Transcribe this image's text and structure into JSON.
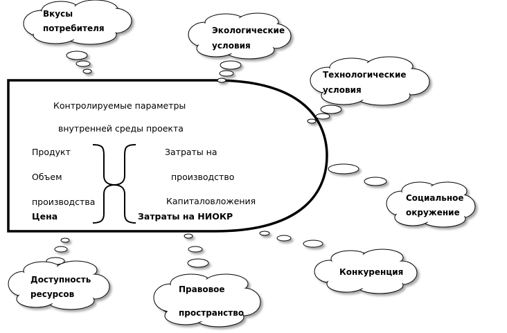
{
  "core": {
    "title_line1": "Контролируемые параметры",
    "title_line2": "внутренней среды проекта",
    "left_items": [
      "Продукт",
      "Объем",
      "производства",
      "Цена"
    ],
    "right_items": [
      "Затраты на",
      "производство",
      "Капиталовложения",
      "Затраты на НИОКР"
    ]
  },
  "factors": {
    "tastes": [
      "Вкусы",
      "потребителя"
    ],
    "ecology": [
      "Экологические",
      "условия"
    ],
    "technology": [
      "Технологические",
      "условия"
    ],
    "social": [
      "Социальное",
      "окружение"
    ],
    "competition": [
      "Конкуренция"
    ],
    "legal": [
      "Правовое",
      "пространство"
    ],
    "resources": [
      "Доступность",
      "ресурсов"
    ]
  }
}
